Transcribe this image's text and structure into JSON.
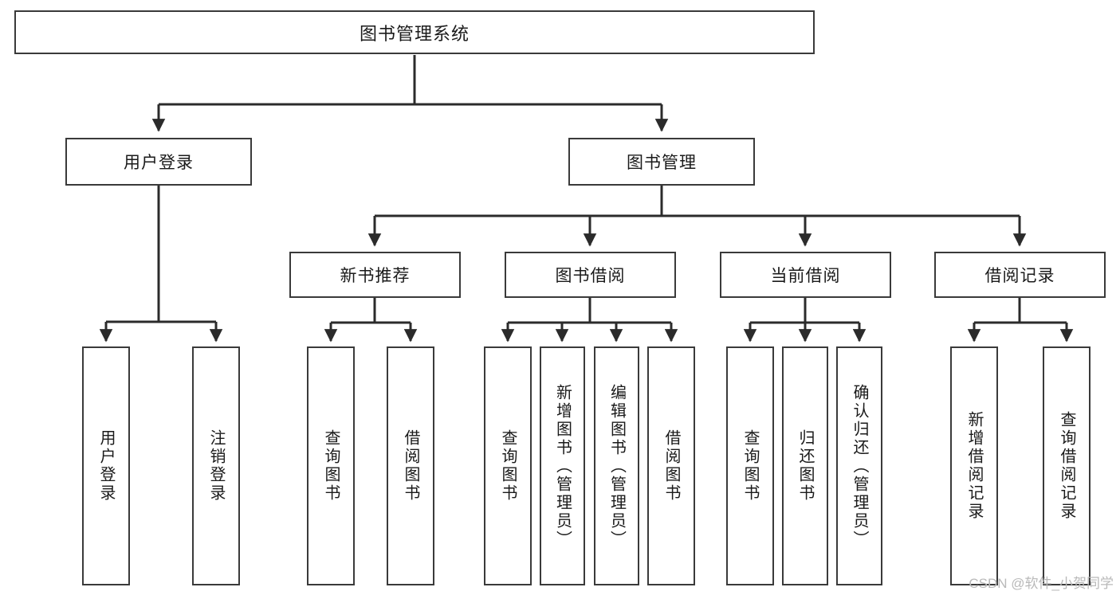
{
  "diagram": {
    "title": "图书管理系统",
    "type": "hierarchy-tree",
    "root": {
      "id": "root",
      "label": "图书管理系统"
    },
    "level2": [
      {
        "id": "user-login",
        "label": "用户登录"
      },
      {
        "id": "book-management",
        "label": "图书管理"
      }
    ],
    "level3": [
      {
        "id": "new-book-recommend",
        "label": "新书推荐"
      },
      {
        "id": "book-borrow",
        "label": "图书借阅"
      },
      {
        "id": "current-borrow",
        "label": "当前借阅"
      },
      {
        "id": "borrow-record",
        "label": "借阅记录"
      }
    ],
    "leaves": [
      {
        "id": "leaf-user-login",
        "label": "用户登录",
        "parent": "user-login"
      },
      {
        "id": "leaf-logout-login",
        "label": "注销登录",
        "parent": "user-login"
      },
      {
        "id": "leaf-query-book-1",
        "label": "查询图书",
        "parent": "new-book-recommend"
      },
      {
        "id": "leaf-borrow-book-1",
        "label": "借阅图书",
        "parent": "new-book-recommend"
      },
      {
        "id": "leaf-query-book-2",
        "label": "查询图书",
        "parent": "book-borrow"
      },
      {
        "id": "leaf-add-book",
        "label": "新增图书（管理员）",
        "parent": "book-borrow"
      },
      {
        "id": "leaf-edit-book",
        "label": "编辑图书（管理员）",
        "parent": "book-borrow"
      },
      {
        "id": "leaf-borrow-book-2",
        "label": "借阅图书",
        "parent": "book-borrow"
      },
      {
        "id": "leaf-query-book-3",
        "label": "查询图书",
        "parent": "current-borrow"
      },
      {
        "id": "leaf-return-book",
        "label": "归还图书",
        "parent": "current-borrow"
      },
      {
        "id": "leaf-confirm-return",
        "label": "确认归还（管理员）",
        "parent": "current-borrow"
      },
      {
        "id": "leaf-add-borrow-record",
        "label": "新增借阅记录",
        "parent": "borrow-record"
      },
      {
        "id": "leaf-query-borrow-record",
        "label": "查询借阅记录",
        "parent": "borrow-record"
      }
    ],
    "colors": {
      "stroke": "#3a3a3a",
      "background": "#ffffff",
      "text": "#1a1a1a",
      "watermark": "#b9b9b9"
    }
  },
  "watermark": {
    "text": "CSDN @软件_小贺同学"
  }
}
